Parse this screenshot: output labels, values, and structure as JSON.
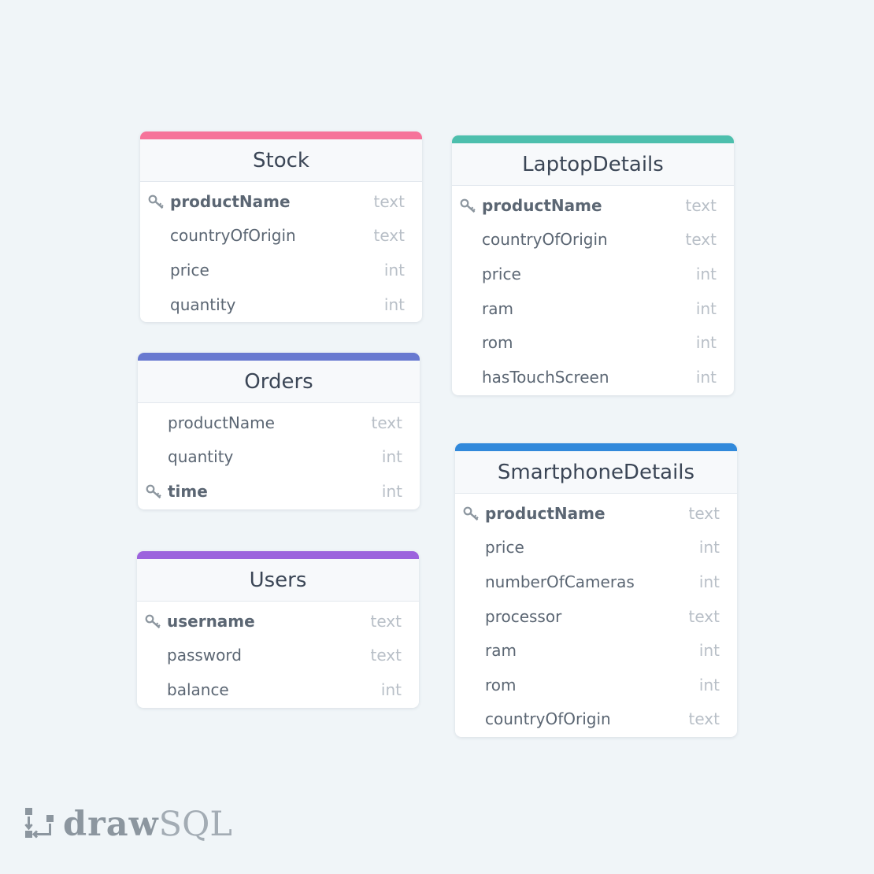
{
  "tables": {
    "stock": {
      "name": "Stock",
      "accent": "#f6739a",
      "fields": [
        {
          "name": "productName",
          "type": "text",
          "primary_key": true
        },
        {
          "name": "countryOfOrigin",
          "type": "text",
          "primary_key": false
        },
        {
          "name": "price",
          "type": "int",
          "primary_key": false
        },
        {
          "name": "quantity",
          "type": "int",
          "primary_key": false
        }
      ]
    },
    "orders": {
      "name": "Orders",
      "accent": "#6879d0",
      "fields": [
        {
          "name": "productName",
          "type": "text",
          "primary_key": false
        },
        {
          "name": "quantity",
          "type": "int",
          "primary_key": false
        },
        {
          "name": "time",
          "type": "int",
          "primary_key": true
        }
      ]
    },
    "users": {
      "name": "Users",
      "accent": "#9c63dd",
      "fields": [
        {
          "name": "username",
          "type": "text",
          "primary_key": true
        },
        {
          "name": "password",
          "type": "text",
          "primary_key": false
        },
        {
          "name": "balance",
          "type": "int",
          "primary_key": false
        }
      ]
    },
    "laptop": {
      "name": "LaptopDetails",
      "accent": "#4dbfad",
      "fields": [
        {
          "name": "productName",
          "type": "text",
          "primary_key": true
        },
        {
          "name": "countryOfOrigin",
          "type": "text",
          "primary_key": false
        },
        {
          "name": "price",
          "type": "int",
          "primary_key": false
        },
        {
          "name": "ram",
          "type": "int",
          "primary_key": false
        },
        {
          "name": "rom",
          "type": "int",
          "primary_key": false
        },
        {
          "name": "hasTouchScreen",
          "type": "int",
          "primary_key": false
        }
      ]
    },
    "smartphone": {
      "name": "SmartphoneDetails",
      "accent": "#3189db",
      "fields": [
        {
          "name": "productName",
          "type": "text",
          "primary_key": true
        },
        {
          "name": "price",
          "type": "int",
          "primary_key": false
        },
        {
          "name": "numberOfCameras",
          "type": "int",
          "primary_key": false
        },
        {
          "name": "processor",
          "type": "text",
          "primary_key": false
        },
        {
          "name": "ram",
          "type": "int",
          "primary_key": false
        },
        {
          "name": "rom",
          "type": "int",
          "primary_key": false
        },
        {
          "name": "countryOfOrigin",
          "type": "text",
          "primary_key": false
        }
      ]
    }
  },
  "key_icon": "key-icon",
  "logo": {
    "bold": "draw",
    "light": "SQL",
    "icon": "drawsql-logo-icon"
  }
}
